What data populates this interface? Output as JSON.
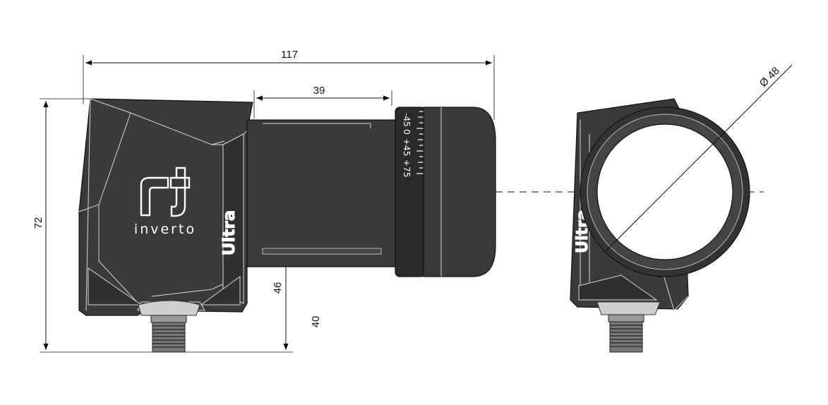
{
  "dimensions": {
    "overall_length": "117",
    "tube_length": "39",
    "height": "72",
    "axis_height": "46",
    "tube_diameter": "40",
    "horn_diameter": "Ø 48"
  },
  "brand": {
    "name": "inverto",
    "model": "Ultra"
  },
  "scale_markings": {
    "mark_1": "-45",
    "mark_2": "0",
    "mark_3": "+45",
    "mark_4": "+75"
  }
}
